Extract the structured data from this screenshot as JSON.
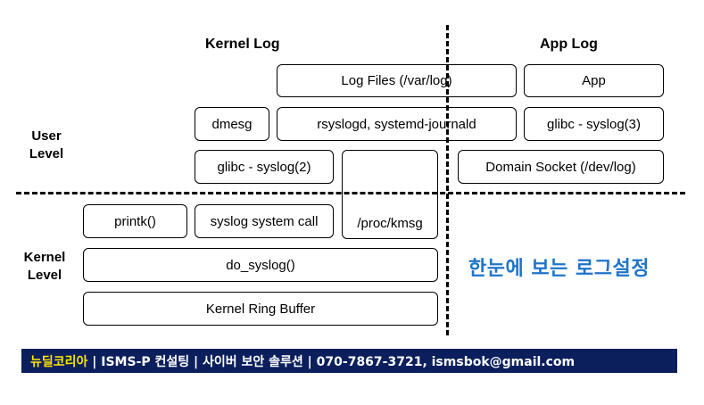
{
  "headers": {
    "kernel_log": "Kernel Log",
    "app_log": "App Log"
  },
  "levels": {
    "user": [
      "User",
      "Level"
    ],
    "kernel": [
      "Kernel",
      "Level"
    ]
  },
  "boxes": {
    "log_files": "Log Files (/var/log)",
    "app": "App",
    "dmesg": "dmesg",
    "rsyslogd": "rsyslogd, systemd-journald",
    "glibc_syslog3": "glibc - syslog(3)",
    "glibc_syslog2": "glibc - syslog(2)",
    "domain_socket": "Domain Socket (/dev/log)",
    "printk": "printk()",
    "syslog_call": "syslog system call",
    "proc_kmsg": "/proc/kmsg",
    "do_syslog": "do_syslog()",
    "ring_buffer": "Kernel Ring Buffer"
  },
  "tagline": "한눈에 보는 로그설정",
  "footer": {
    "brand": "뉴딜코리아",
    "rest": " | ISMS-P 컨설팅 | 사이버 보안 솔루션 | 070-7867-3721, ismsbok@gmail.com"
  }
}
